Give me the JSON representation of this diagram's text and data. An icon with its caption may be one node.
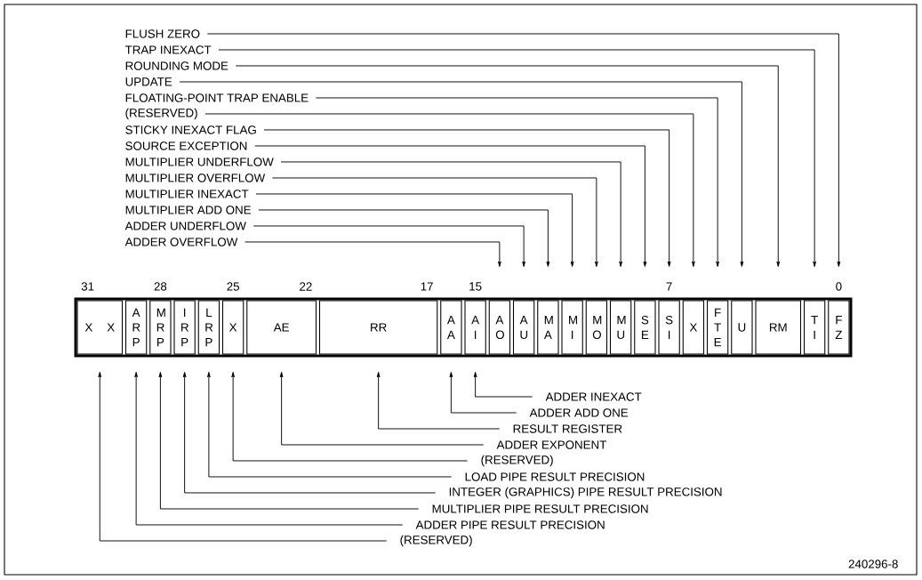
{
  "diagram": {
    "nodes": [
      {
        "text": [
          "FLUSH ZERO"
        ]
      },
      {
        "text": [
          "TRAP INEXACT"
        ]
      },
      {
        "text": [
          "ROUNDING MODE"
        ]
      },
      {
        "text": [
          "UPDATE"
        ]
      },
      {
        "text": [
          "FLOATING-POINT TRAP ENABLE"
        ]
      },
      {
        "text": [
          "(RESERVED)"
        ]
      },
      {
        "text": [
          "STICKY INEXACT FLAG"
        ]
      },
      {
        "text": [
          "SOURCE EXCEPTION"
        ]
      },
      {
        "text": [
          "MULTIPLIER UNDERFLOW"
        ]
      },
      {
        "text": [
          "MULTIPLIER OVERFLOW"
        ]
      },
      {
        "text": [
          "MULTIPLIER INEXACT"
        ]
      },
      {
        "text": [
          "MULTIPLIER ADD ONE"
        ]
      },
      {
        "text": [
          "ADDER UNDERFLOW"
        ]
      },
      {
        "text": [
          "ADDER OVERFLOW"
        ]
      },
      {
        "text": [
          "X X"
        ]
      },
      {
        "text": [
          "A R P"
        ]
      },
      {
        "text": [
          "M R P"
        ]
      },
      {
        "text": [
          "I R P"
        ]
      },
      {
        "text": [
          "L R P"
        ]
      },
      {
        "text": [
          "X"
        ]
      },
      {
        "text": [
          "AE"
        ]
      },
      {
        "text": [
          "RR"
        ]
      },
      {
        "text": [
          "A A"
        ]
      },
      {
        "text": [
          "A I"
        ]
      },
      {
        "text": [
          "A O"
        ]
      },
      {
        "text": [
          "A U"
        ]
      },
      {
        "text": [
          "M A"
        ]
      },
      {
        "text": [
          "M I"
        ]
      },
      {
        "text": [
          "M O"
        ]
      },
      {
        "text": [
          "M U"
        ]
      },
      {
        "text": [
          "S E"
        ]
      },
      {
        "text": [
          "S I"
        ]
      },
      {
        "text": [
          "X"
        ]
      },
      {
        "text": [
          "F T E"
        ]
      },
      {
        "text": [
          "U"
        ]
      },
      {
        "text": [
          "RM"
        ]
      },
      {
        "text": [
          "T I"
        ]
      },
      {
        "text": [
          "F Z"
        ]
      },
      {
        "text": [
          "ADDER INEXACT"
        ]
      },
      {
        "text": [
          "ADDER ADD ONE"
        ]
      },
      {
        "text": [
          "RESULT REGISTER"
        ]
      },
      {
        "text": [
          "ADDER EXPONENT"
        ]
      },
      {
        "text": [
          "(RESERVED)"
        ]
      },
      {
        "text": [
          "LOAD PIPE RESULT PRECISION"
        ]
      },
      {
        "text": [
          "INTEGER (GRAPHICS) PIPE RESULT PRECISION"
        ]
      },
      {
        "text": [
          "MULTIPLIER PIPE RESULT PRECISION"
        ]
      },
      {
        "text": [
          "ADDER PIPE RESULT PRECISION"
        ]
      },
      {
        "text": [
          "(RESERVED)"
        ]
      }
    ],
    "edges": [
      {
        "from": 0,
        "to": 37,
        "arrow": "to"
      },
      {
        "from": 1,
        "to": 36,
        "arrow": "to"
      },
      {
        "from": 2,
        "to": 35,
        "arrow": "to"
      },
      {
        "from": 3,
        "to": 34,
        "arrow": "to"
      },
      {
        "from": 4,
        "to": 33,
        "arrow": "to"
      },
      {
        "from": 5,
        "to": 32,
        "arrow": "to"
      },
      {
        "from": 6,
        "to": 31,
        "arrow": "to"
      },
      {
        "from": 7,
        "to": 30,
        "arrow": "to"
      },
      {
        "from": 8,
        "to": 29,
        "arrow": "to"
      },
      {
        "from": 9,
        "to": 28,
        "arrow": "to"
      },
      {
        "from": 10,
        "to": 27,
        "arrow": "to"
      },
      {
        "from": 11,
        "to": 26,
        "arrow": "to"
      },
      {
        "from": 12,
        "to": 25,
        "arrow": "to"
      },
      {
        "from": 13,
        "to": 24,
        "arrow": "to"
      },
      {
        "from": 38,
        "to": 23,
        "arrow": "to"
      },
      {
        "from": 39,
        "to": 22,
        "arrow": "to"
      },
      {
        "from": 40,
        "to": 21,
        "arrow": "to"
      },
      {
        "from": 41,
        "to": 20,
        "arrow": "to"
      },
      {
        "from": 42,
        "to": 19,
        "arrow": "to"
      },
      {
        "from": 43,
        "to": 18,
        "arrow": "to"
      },
      {
        "from": 44,
        "to": 17,
        "arrow": "to"
      },
      {
        "from": 45,
        "to": 16,
        "arrow": "to"
      },
      {
        "from": 46,
        "to": 15,
        "arrow": "to"
      },
      {
        "from": 47,
        "to": 14,
        "arrow": "to"
      }
    ],
    "labels": [
      "31",
      "28",
      "25",
      "22",
      "17",
      "15",
      "7",
      "0",
      "240296-8"
    ]
  }
}
